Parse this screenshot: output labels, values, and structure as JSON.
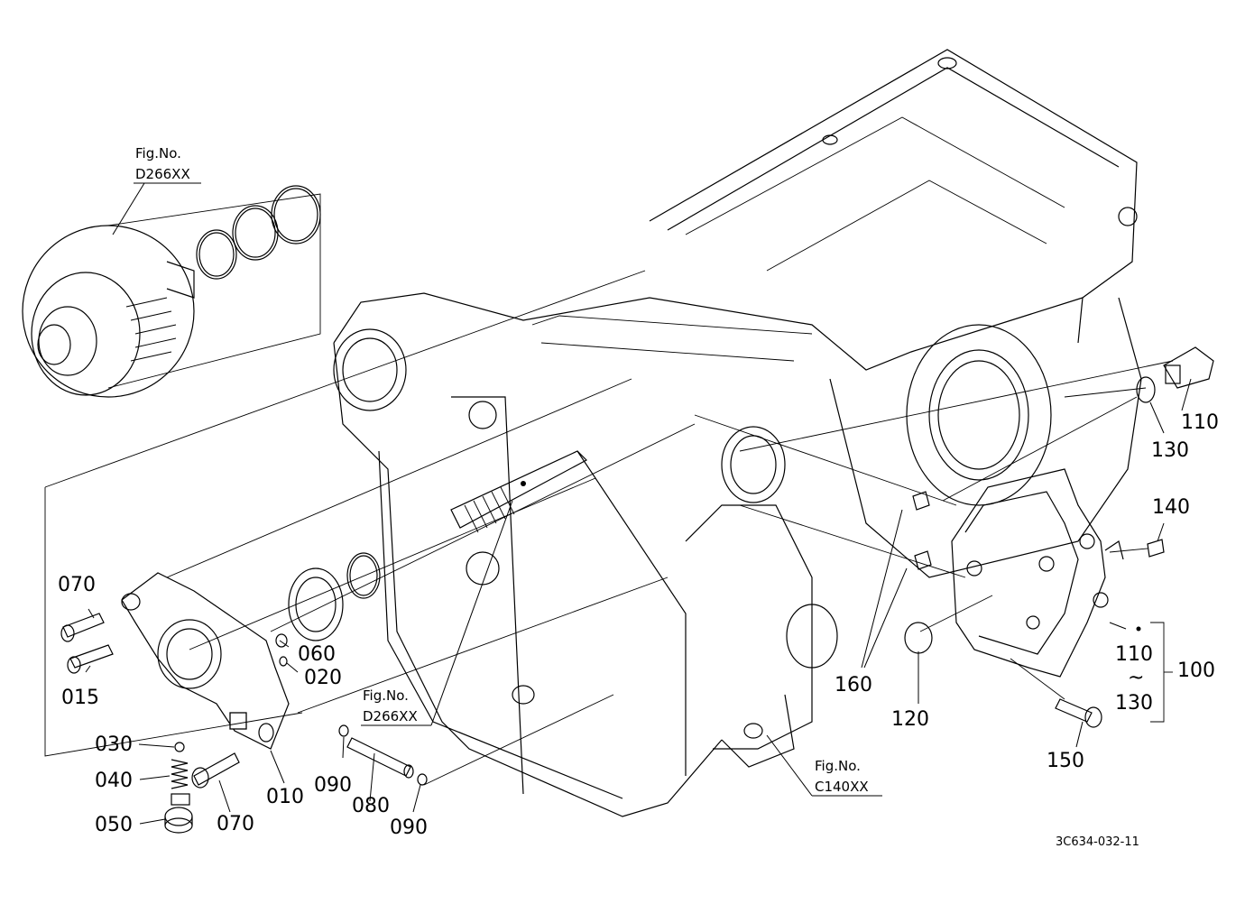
{
  "drawing_code": "3C634-032-11",
  "fig_refs": [
    {
      "id": "d266-top",
      "prefix": "Fig.No.",
      "code": "D266XX"
    },
    {
      "id": "d266-mid",
      "prefix": "Fig.No.",
      "code": "D266XX"
    },
    {
      "id": "c140",
      "prefix": "Fig.No.",
      "code": "C140XX"
    }
  ],
  "parts": [
    {
      "id": "p070a",
      "num": "070"
    },
    {
      "id": "p015",
      "num": "015"
    },
    {
      "id": "p060",
      "num": "060"
    },
    {
      "id": "p020",
      "num": "020"
    },
    {
      "id": "p030",
      "num": "030"
    },
    {
      "id": "p040",
      "num": "040"
    },
    {
      "id": "p050",
      "num": "050"
    },
    {
      "id": "p070b",
      "num": "070"
    },
    {
      "id": "p010",
      "num": "010"
    },
    {
      "id": "p090a",
      "num": "090"
    },
    {
      "id": "p080",
      "num": "080"
    },
    {
      "id": "p090b",
      "num": "090"
    },
    {
      "id": "p110a",
      "num": "110"
    },
    {
      "id": "p130a",
      "num": "130"
    },
    {
      "id": "p140",
      "num": "140"
    },
    {
      "id": "p160",
      "num": "160"
    },
    {
      "id": "p120",
      "num": "120"
    },
    {
      "id": "p110b",
      "num": "110"
    },
    {
      "id": "p130b",
      "num": "130"
    },
    {
      "id": "p100",
      "num": "100"
    },
    {
      "id": "p150",
      "num": "150"
    }
  ],
  "range_symbol": "~"
}
